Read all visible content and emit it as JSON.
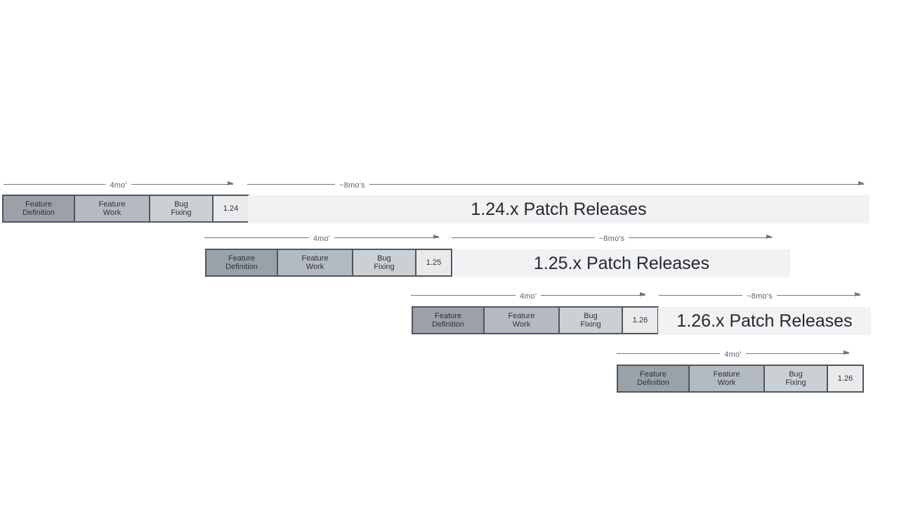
{
  "diagram": {
    "description": "Release cycle cadence diagram",
    "rows": [
      {
        "version": "1.24",
        "dev_arrow_label": "4mo'",
        "patch_arrow_label": "~8mo's",
        "patch_bar_label": "1.24.x Patch Releases",
        "phases": [
          {
            "line1": "Feature",
            "line2": "Definition"
          },
          {
            "line1": "Feature",
            "line2": "Work"
          },
          {
            "line1": "Bug",
            "line2": "Fixing"
          }
        ]
      },
      {
        "version": "1.25",
        "dev_arrow_label": "4mo'",
        "patch_arrow_label": "~8mo's",
        "patch_bar_label": "1.25.x Patch Releases",
        "phases": [
          {
            "line1": "Feature",
            "line2": "Definition"
          },
          {
            "line1": "Feature",
            "line2": "Work"
          },
          {
            "line1": "Bug",
            "line2": "Fixing"
          }
        ]
      },
      {
        "version": "1.26",
        "dev_arrow_label": "4mo'",
        "patch_arrow_label": "~8mo's",
        "patch_bar_label": "1.26.x Patch Releases",
        "phases": [
          {
            "line1": "Feature",
            "line2": "Definition"
          },
          {
            "line1": "Feature",
            "line2": "Work"
          },
          {
            "line1": "Bug",
            "line2": "Fixing"
          }
        ]
      },
      {
        "version": "1.26",
        "dev_arrow_label": "4mo'",
        "phases": [
          {
            "line1": "Feature",
            "line2": "Definition"
          },
          {
            "line1": "Feature",
            "line2": "Work"
          },
          {
            "line1": "Bug",
            "line2": "Fixing"
          }
        ]
      }
    ],
    "colors": {
      "feature_definition": "#9aa1a9",
      "feature_work": "#b4bac1",
      "bug_fixing": "#cbd0d5",
      "version_box": "#e8eaec",
      "patch_bar": "#f0f2f4",
      "box_border": "#51565c",
      "arrow": "#71767d",
      "label_text": "#5d6269",
      "box_text": "#2e3237",
      "patch_text": "#26292e",
      "background": "#ffffff"
    }
  }
}
